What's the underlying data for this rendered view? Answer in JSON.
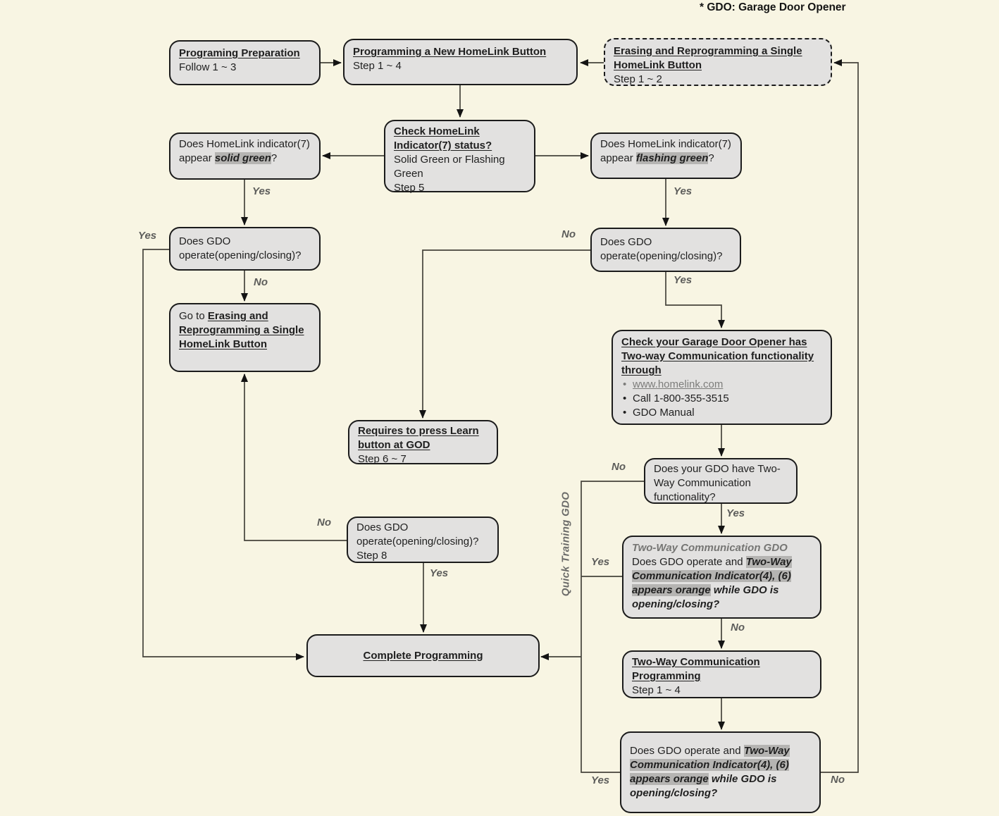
{
  "note": "* GDO: Garage Door Opener",
  "labels": {
    "yes": "Yes",
    "no": "No",
    "quick_training": "Quick Training GDO"
  },
  "nodes": {
    "prep": {
      "title": "Programing Preparation",
      "body": "Follow 1 ~ 3"
    },
    "new_button": {
      "title": "Programming a New HomeLink Button",
      "body": "Step 1 ~ 4"
    },
    "erase_single": {
      "title": "Erasing and Reprogramming a Single HomeLink Button",
      "body": "Step 1 ~ 2"
    },
    "check_indicator": {
      "title": "Check HomeLink Indicator(7) status?",
      "body": "Solid Green or Flashing Green",
      "step": "Step 5"
    },
    "solid_green": {
      "pre": "Does HomeLink indicator(7) appear ",
      "highlight": "solid green",
      "post": "?"
    },
    "flashing_green": {
      "pre": "Does HomeLink indicator(7) appear ",
      "highlight": "flashing green",
      "post": "?"
    },
    "gdo_left": {
      "text": "Does GDO operate(opening/closing)?"
    },
    "gdo_right": {
      "text": "Does GDO operate(opening/closing)?"
    },
    "goto_erase": {
      "pre": "Go to ",
      "link_text": "Erasing and Reprogramming a Single HomeLink Button"
    },
    "check_two_way": {
      "title": "Check your Garage Door Opener has Two-way Communication functionality through",
      "bullets": [
        "www.homelink.com",
        "Call 1-800-355-3515",
        "GDO Manual"
      ]
    },
    "learn_button": {
      "title": "Requires to press Learn button at GOD",
      "body": "Step 6 ~ 7"
    },
    "has_two_way": {
      "text": "Does your GDO have Two-Way Communication functionality?"
    },
    "two_way_gdo": {
      "title": "Two-Way Communication GDO",
      "pre": "Does GDO operate and ",
      "highlight": "Two-Way Communication Indicator(4), (6) appears orange",
      "post": " while GDO is opening/closing?"
    },
    "gdo_step8": {
      "text": "Does GDO operate(opening/closing)?",
      "step": "Step 8"
    },
    "complete": {
      "title": "Complete Programming"
    },
    "two_way_prog": {
      "title": "Two-Way Communication Programming",
      "body": "Step 1 ~ 4"
    },
    "two_way_check2": {
      "pre": "Does GDO operate and ",
      "highlight": "Two-Way Communication Indicator(4), (6) appears orange",
      "post": " while GDO is opening/closing?"
    }
  },
  "colors": {
    "background": "#f8f5e3",
    "box_fill": "#e2e1e0",
    "box_border": "#1b1b1b",
    "highlight": "#b5b4b2",
    "muted_text": "#6b6b69",
    "line": "#45433b"
  }
}
